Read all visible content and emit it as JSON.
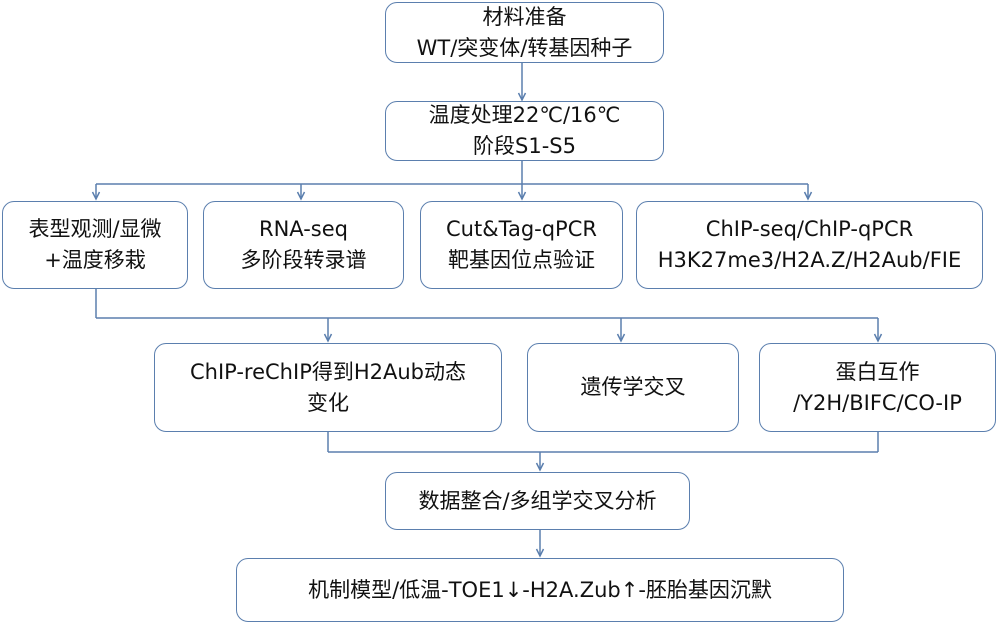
{
  "accent": "#5b7fae",
  "nodes": {
    "materials": {
      "line1": "材料准备",
      "line2": "WT/突变体/转基因种子"
    },
    "temperature": {
      "line1": "温度处理22℃/16℃",
      "line2": "阶段S1-S5"
    },
    "phenotype": {
      "line1": "表型观测/显微",
      "line2": "+温度移栽"
    },
    "rnaseq": {
      "line1": "RNA-seq",
      "line2": "多阶段转录谱"
    },
    "cuttag": {
      "line1": "Cut&Tag-qPCR",
      "line2": "靶基因位点验证"
    },
    "chipseq": {
      "line1": "ChIP-seq/ChIP-qPCR",
      "line2": "H3K27me3/H2A.Z/H2Aub/FIE"
    },
    "rechip": {
      "line1": "ChIP-reChIP得到H2Aub动态",
      "line2": "变化"
    },
    "genetics": {
      "line1": "遗传学交叉"
    },
    "protein": {
      "line1": "蛋白互作",
      "line2": "/Y2H/BIFC/CO-IP"
    },
    "integration": {
      "line1": "数据整合/多组学交叉分析"
    },
    "model": {
      "line1": "机制模型/低温-TOE1↓-H2A.Zub↑-胚胎基因沉默"
    }
  }
}
